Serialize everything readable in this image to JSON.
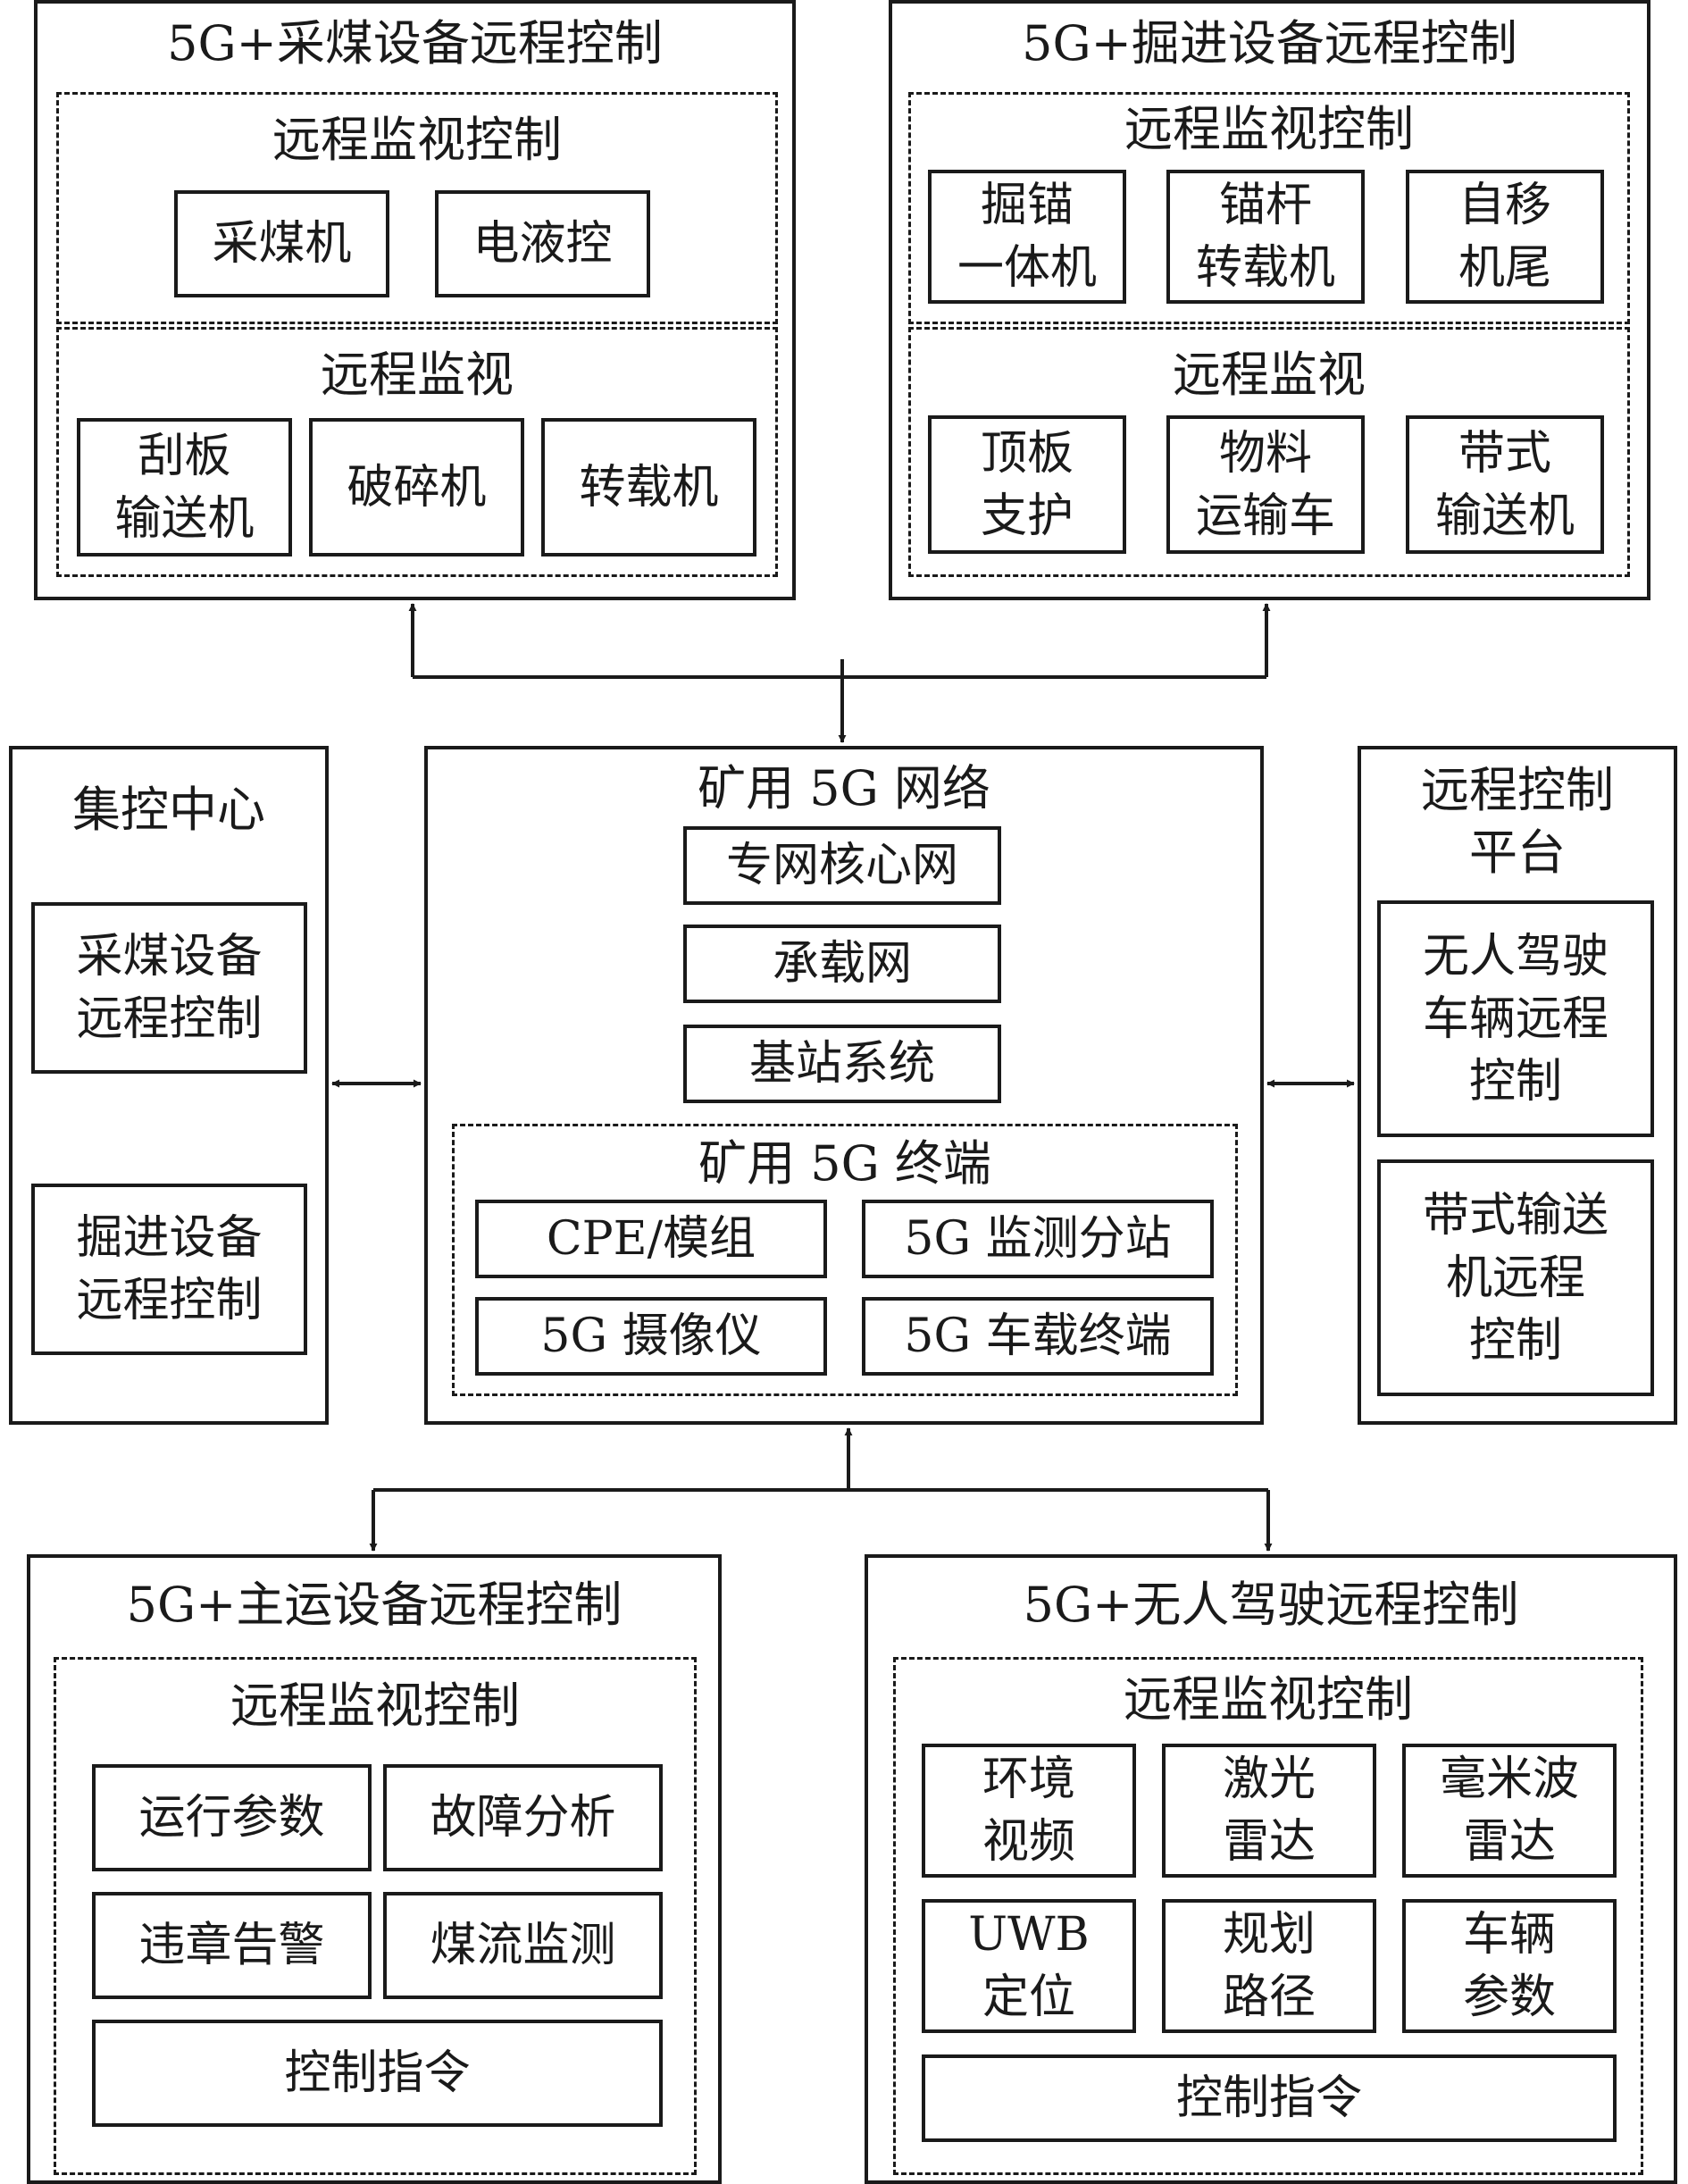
{
  "top_left": {
    "title": "5G+采煤设备远程控制",
    "group1_title": "远程监视控制",
    "group1_items": [
      "采煤机",
      "电液控"
    ],
    "group2_title": "远程监视",
    "group2_items": [
      "刮板\n输送机",
      "破碎机",
      "转载机"
    ]
  },
  "top_right": {
    "title": "5G+掘进设备远程控制",
    "group1_title": "远程监视控制",
    "group1_items": [
      "掘锚\n一体机",
      "锚杆\n转载机",
      "自移\n机尾"
    ],
    "group2_title": "远程监视",
    "group2_items": [
      "顶板\n支护",
      "物料\n运输车",
      "带式\n输送机"
    ]
  },
  "left": {
    "title": "集控中心",
    "items": [
      "采煤设备\n远程控制",
      "掘进设备\n远程控制"
    ]
  },
  "center": {
    "title": "矿用 5G 网络",
    "items": [
      "专网核心网",
      "承载网",
      "基站系统"
    ],
    "terminal_title": "矿用 5G 终端",
    "terminal_items": [
      "CPE/模组",
      "5G 监测分站",
      "5G 摄像仪",
      "5G 车载终端"
    ]
  },
  "right": {
    "title": "远程控制\n平台",
    "items": [
      "无人驾驶\n车辆远程\n控制",
      "带式输送\n机远程\n控制"
    ]
  },
  "bottom_left": {
    "title": "5G+主运设备远程控制",
    "group_title": "远程监视控制",
    "items": [
      "运行参数",
      "故障分析",
      "违章告警",
      "煤流监测"
    ],
    "command": "控制指令"
  },
  "bottom_right": {
    "title": "5G+无人驾驶远程控制",
    "group_title": "远程监视控制",
    "items": [
      "环境\n视频",
      "激光\n雷达",
      "毫米波\n雷达",
      "UWB\n定位",
      "规划\n路径",
      "车辆\n参数"
    ],
    "command": "控制指令"
  }
}
